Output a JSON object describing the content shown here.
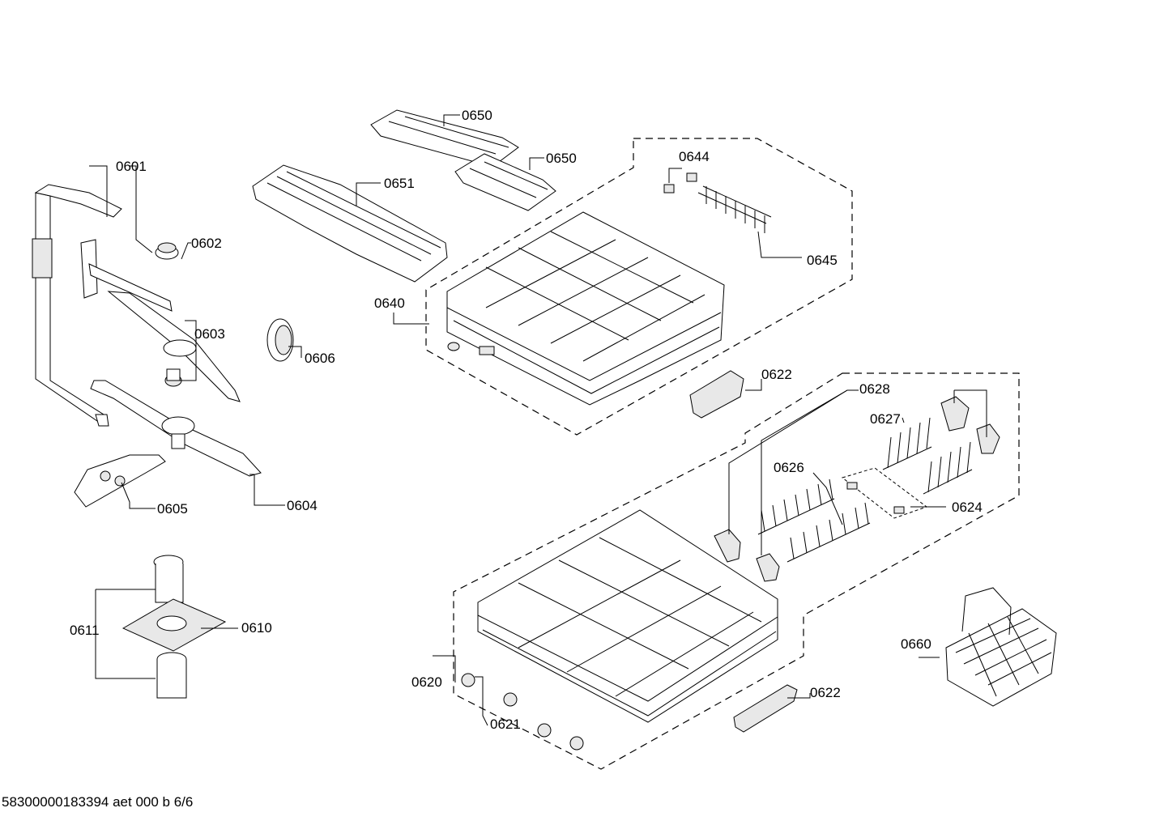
{
  "diagram": {
    "footer_code": "58300000183394 aet 000 b 6/6",
    "labels": [
      {
        "id": "0601",
        "text": "0601"
      },
      {
        "id": "0602",
        "text": "0602"
      },
      {
        "id": "0603",
        "text": "0603"
      },
      {
        "id": "0604",
        "text": "0604"
      },
      {
        "id": "0605",
        "text": "0605"
      },
      {
        "id": "0606",
        "text": "0606"
      },
      {
        "id": "0610",
        "text": "0610"
      },
      {
        "id": "0611",
        "text": "0611"
      },
      {
        "id": "0620",
        "text": "0620"
      },
      {
        "id": "0621",
        "text": "0621"
      },
      {
        "id": "0622a",
        "text": "0622"
      },
      {
        "id": "0622b",
        "text": "0622"
      },
      {
        "id": "0624",
        "text": "0624"
      },
      {
        "id": "0626",
        "text": "0626"
      },
      {
        "id": "0627",
        "text": "0627"
      },
      {
        "id": "0628",
        "text": "0628"
      },
      {
        "id": "0640",
        "text": "0640"
      },
      {
        "id": "0644",
        "text": "0644"
      },
      {
        "id": "0645",
        "text": "0645"
      },
      {
        "id": "0650a",
        "text": "0650"
      },
      {
        "id": "0650b",
        "text": "0650"
      },
      {
        "id": "0651",
        "text": "0651"
      },
      {
        "id": "0660",
        "text": "0660"
      }
    ]
  }
}
